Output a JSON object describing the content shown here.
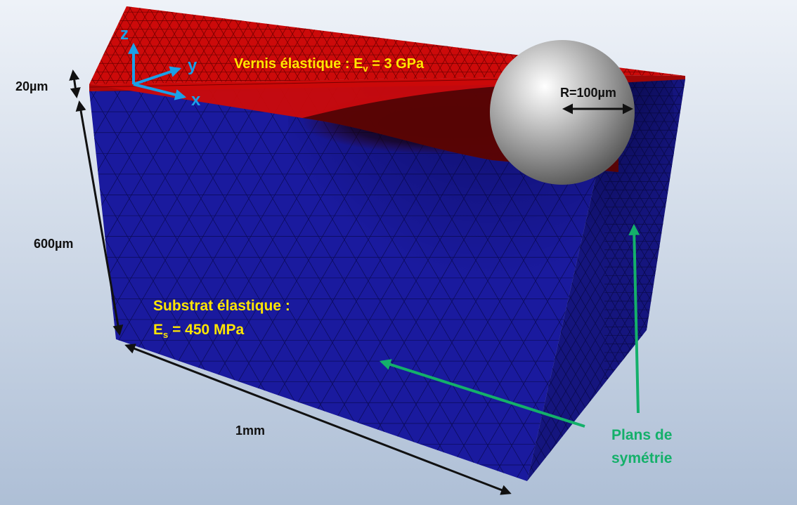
{
  "axes": {
    "z": "z",
    "y": "y",
    "x": "x"
  },
  "varnish": {
    "prefix": "Vernis élastique : E",
    "subscript": "v",
    "suffix": " = 3 GPa"
  },
  "substrate": {
    "line1": "Substrat élastique :",
    "line2_prefix": "E",
    "line2_subscript": "s",
    "line2_suffix": " = 450 MPa"
  },
  "dimensions": {
    "coating": "20µm",
    "depth": "600µm",
    "width": "1mm",
    "radius": "R=100µm"
  },
  "symmetry": {
    "line1": "Plans de",
    "line2": "symétrie"
  },
  "colors": {
    "substrate": "#1a1a9e",
    "varnish": "#cc0a0a",
    "label_yellow": "#ffe600",
    "symmetry_green": "#14b06a",
    "axis_blue": "#1aa0e8",
    "dim_black": "#111111"
  }
}
